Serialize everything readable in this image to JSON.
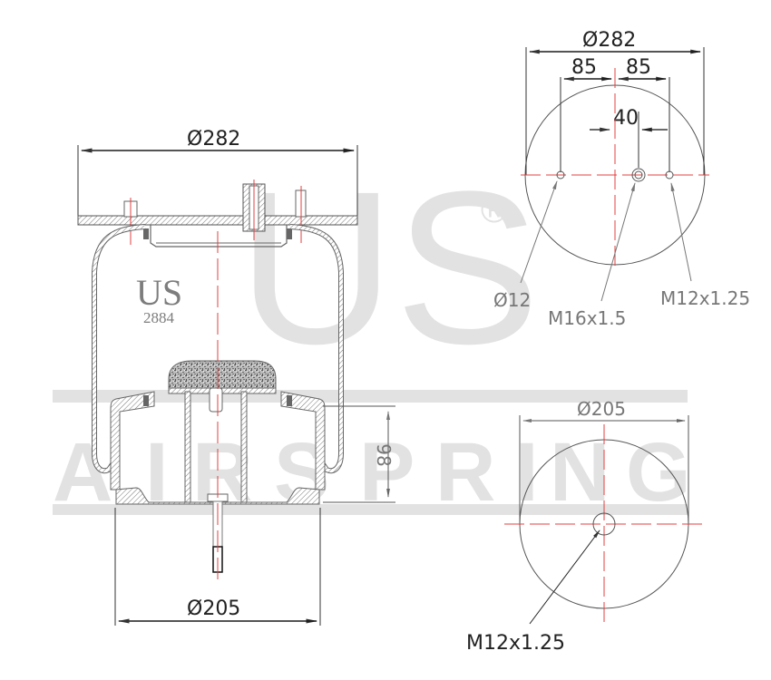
{
  "watermark": {
    "big_text": "US",
    "registered_symbol": "®",
    "band_text": "AIRSPRING",
    "letters": [
      "A",
      "I",
      "R",
      "S",
      "P",
      "R",
      "I",
      "N",
      "G"
    ]
  },
  "side_view": {
    "brand": "US",
    "model_number": "2884",
    "top_plate_diameter": "Ø282",
    "base_diameter": "Ø205",
    "piston_height": "98"
  },
  "top_view": {
    "diameter": "Ø282",
    "left_offset": "85",
    "right_offset": "85",
    "center_offset": "40",
    "callouts": {
      "left_hole": "Ø12",
      "center_fitting": "M16x1.5",
      "right_stud": "M12x1.25"
    }
  },
  "bottom_view": {
    "diameter": "Ø205",
    "callouts": {
      "center_bolt": "M12x1.25"
    }
  },
  "colors": {
    "outline": "#555555",
    "dimension": "#222222",
    "centerline": "#e04040",
    "watermark": "#e2e2e2",
    "seal": "#666666"
  }
}
